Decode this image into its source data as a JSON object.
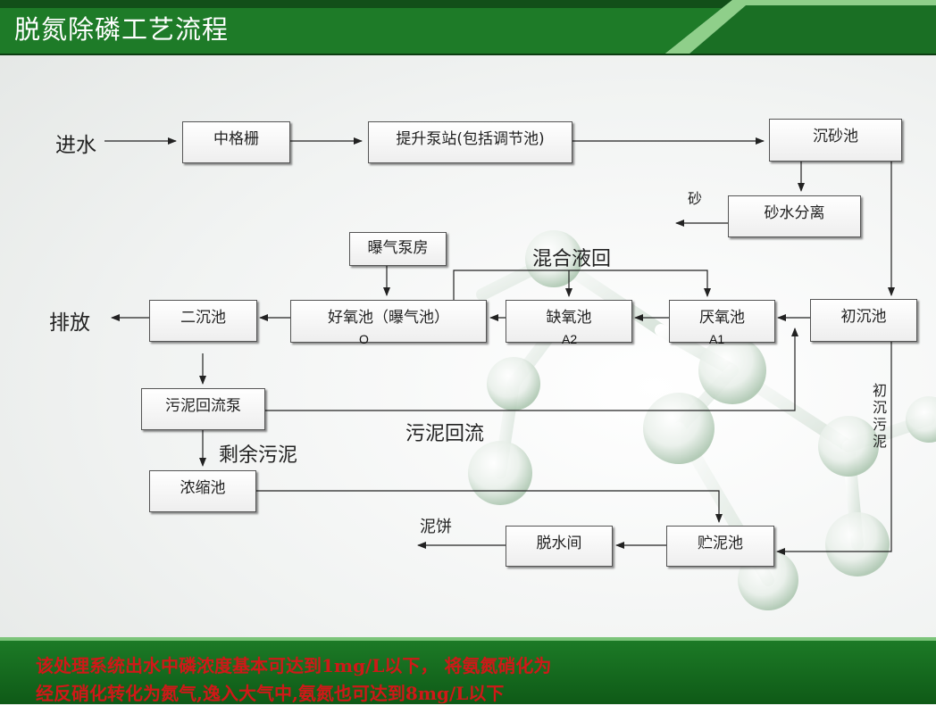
{
  "title": "脱氮除磷工艺流程",
  "labels": {
    "inlet": "进水",
    "sand": "砂",
    "discharge": "排放",
    "mixed_return": "混合液回",
    "sludge_return": "污泥回流",
    "excess_sludge": "剩余污泥",
    "primary_sludge": "初沉污泥",
    "cake": "泥饼"
  },
  "boxes": {
    "screen": "中格栅",
    "pump": "提升泵站(包括调节池)",
    "grit": "沉砂池",
    "sandsep": "砂水分离",
    "blower": "曝气泵房",
    "aerobic": "好氧池（曝气池）",
    "aerobic_code": "O",
    "anoxic": "缺氧池",
    "anoxic_code": "A2",
    "anaerobic": "厌氧池",
    "anaerobic_code": "A1",
    "primary": "初沉池",
    "secondary": "二沉池",
    "rpump": "污泥回流泵",
    "thick": "浓缩池",
    "storage": "贮泥池",
    "dewater": "脱水间"
  },
  "footer": {
    "line1": "该处理系统出水中磷浓度基本可达到1mg/L以下， 将氨氮硝化为",
    "line2": "经反硝化转化为氮气,逸入大气中,氨氮也可达到8mg/L以下"
  },
  "colors": {
    "header_green": "#1e7b28",
    "header_dark": "#0d3d12",
    "footer_green": "#15691f",
    "footer_text": "#d01818"
  }
}
